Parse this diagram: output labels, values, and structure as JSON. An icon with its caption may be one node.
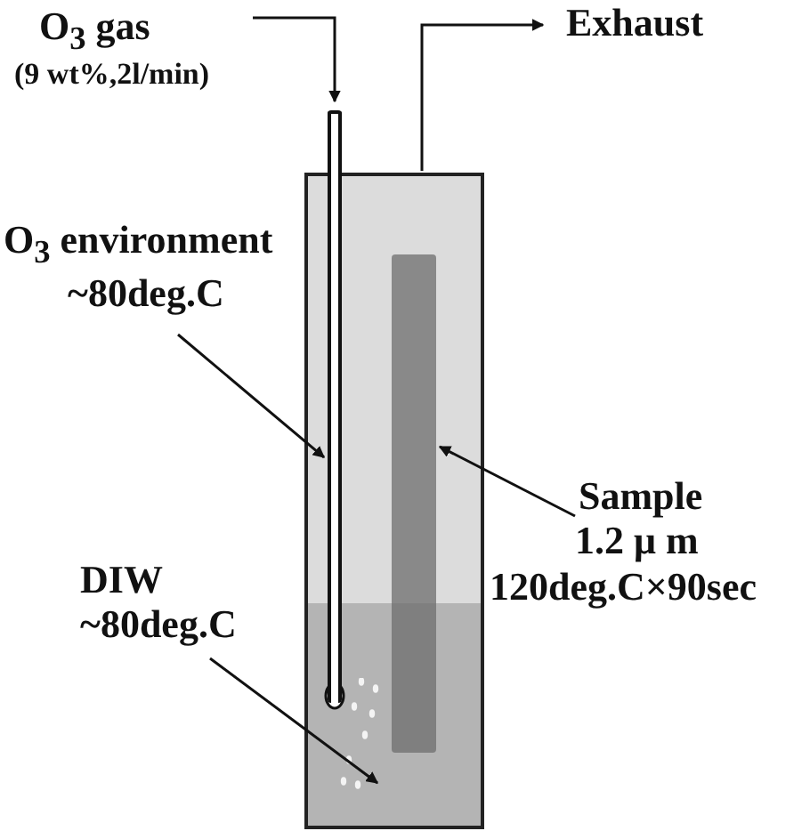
{
  "diagram": {
    "nodes": [
      {
        "text": [
          "O$_{3}$ gas",
          "(9 wt%,2l/min)"
        ]
      },
      {
        "text": [
          "Exhaust"
        ]
      },
      {
        "text": [],
        "shape": "box"
      },
      {
        "text": [],
        "shape": "bar"
      },
      {
        "text": [],
        "shape": "bar",
        "in": 2
      },
      {
        "text": [],
        "shape": "box",
        "in": 2
      },
      {
        "text": [],
        "shape": "box",
        "in": 2
      },
      {
        "text": [
          "O$_{3}$ environment",
          "~80deg.C"
        ]
      },
      {
        "text": [
          "Sample",
          "1.2 μ m",
          "120deg.C×90sec"
        ]
      },
      {
        "text": [
          "DIW",
          "~80deg.C"
        ]
      }
    ],
    "edges": [
      {
        "from": 0,
        "to": 3,
        "arrow": "to"
      },
      {
        "from": 2,
        "to": 1,
        "arrow": "to"
      },
      {
        "from": 7,
        "to": 5,
        "arrow": "to"
      },
      {
        "from": 8,
        "to": 4,
        "arrow": "to"
      },
      {
        "from": 9,
        "to": 6,
        "arrow": "to"
      }
    ]
  }
}
